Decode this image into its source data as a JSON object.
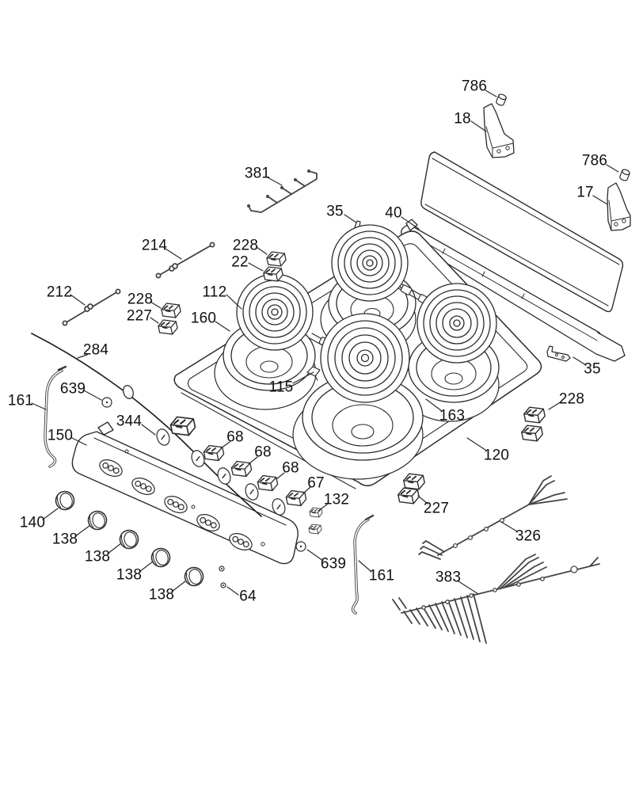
{
  "diagram_type": "appliance-exploded-parts-diagram",
  "colors": {
    "background": "#ffffff",
    "line": "#2b2b2b",
    "label_text": "#101010"
  },
  "parts": [
    {
      "label": "786"
    },
    {
      "label": "18"
    },
    {
      "label": "786"
    },
    {
      "label": "17"
    },
    {
      "label": "381"
    },
    {
      "label": "35"
    },
    {
      "label": "40"
    },
    {
      "label": "228"
    },
    {
      "label": "22"
    },
    {
      "label": "214"
    },
    {
      "label": "212"
    },
    {
      "label": "228"
    },
    {
      "label": "227"
    },
    {
      "label": "112"
    },
    {
      "label": "160"
    },
    {
      "label": "284"
    },
    {
      "label": "639"
    },
    {
      "label": "161"
    },
    {
      "label": "344"
    },
    {
      "label": "150"
    },
    {
      "label": "140"
    },
    {
      "label": "138"
    },
    {
      "label": "138"
    },
    {
      "label": "138"
    },
    {
      "label": "138"
    },
    {
      "label": "64"
    },
    {
      "label": "68"
    },
    {
      "label": "68"
    },
    {
      "label": "68"
    },
    {
      "label": "67"
    },
    {
      "label": "132"
    },
    {
      "label": "639"
    },
    {
      "label": "161"
    },
    {
      "label": "227"
    },
    {
      "label": "326"
    },
    {
      "label": "383"
    },
    {
      "label": "120"
    },
    {
      "label": "163"
    },
    {
      "label": "228"
    },
    {
      "label": "35"
    },
    {
      "label": "115"
    }
  ]
}
